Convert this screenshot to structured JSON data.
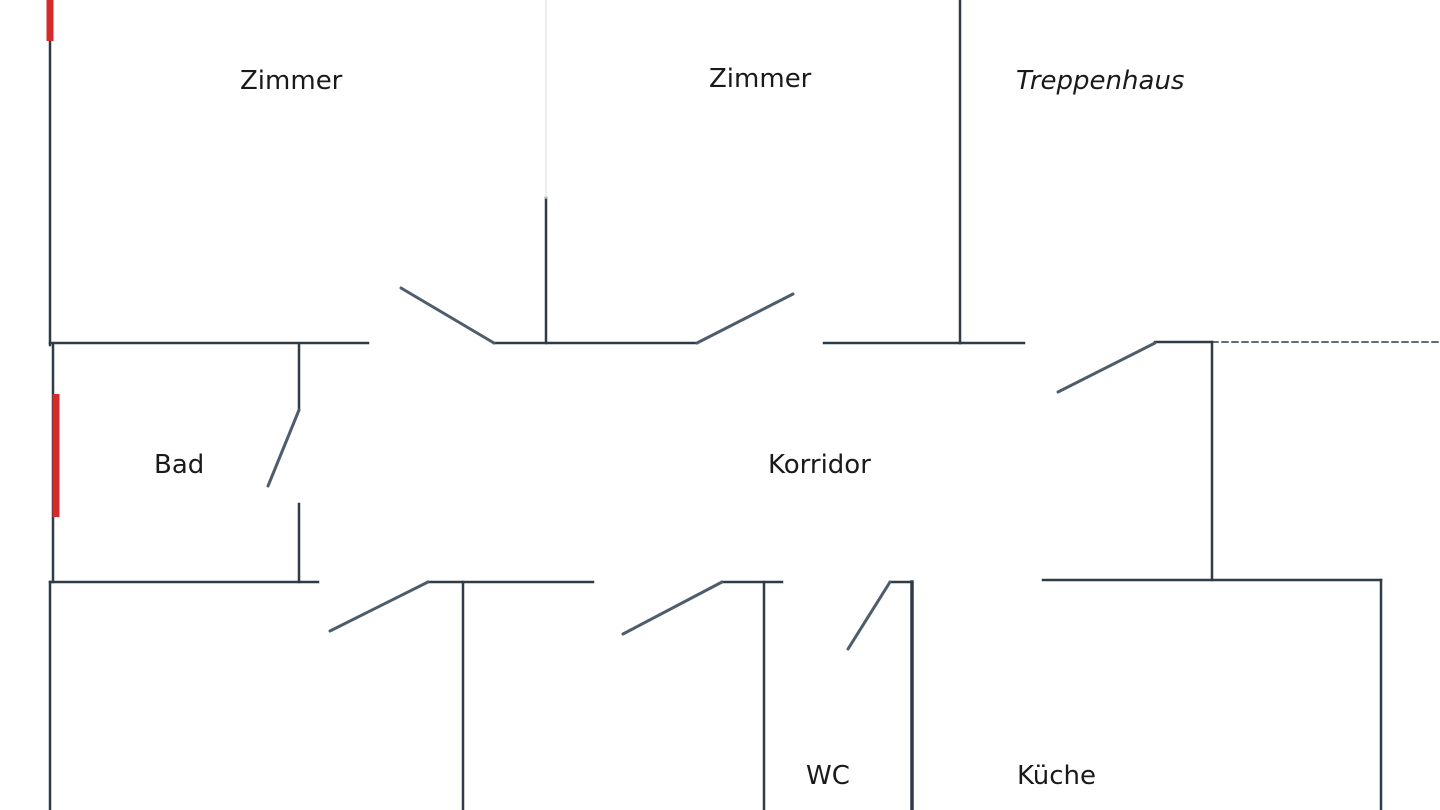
{
  "colors": {
    "wall": "#2f3b47",
    "window_marker": "#d42a2a",
    "background": "#ffffff"
  },
  "rooms": {
    "zimmer_1": "Zimmer",
    "zimmer_2": "Zimmer",
    "treppenhaus": "Treppenhaus",
    "bad": "Bad",
    "korridor": "Korridor",
    "wc": "WC",
    "kueche": "Küche"
  }
}
